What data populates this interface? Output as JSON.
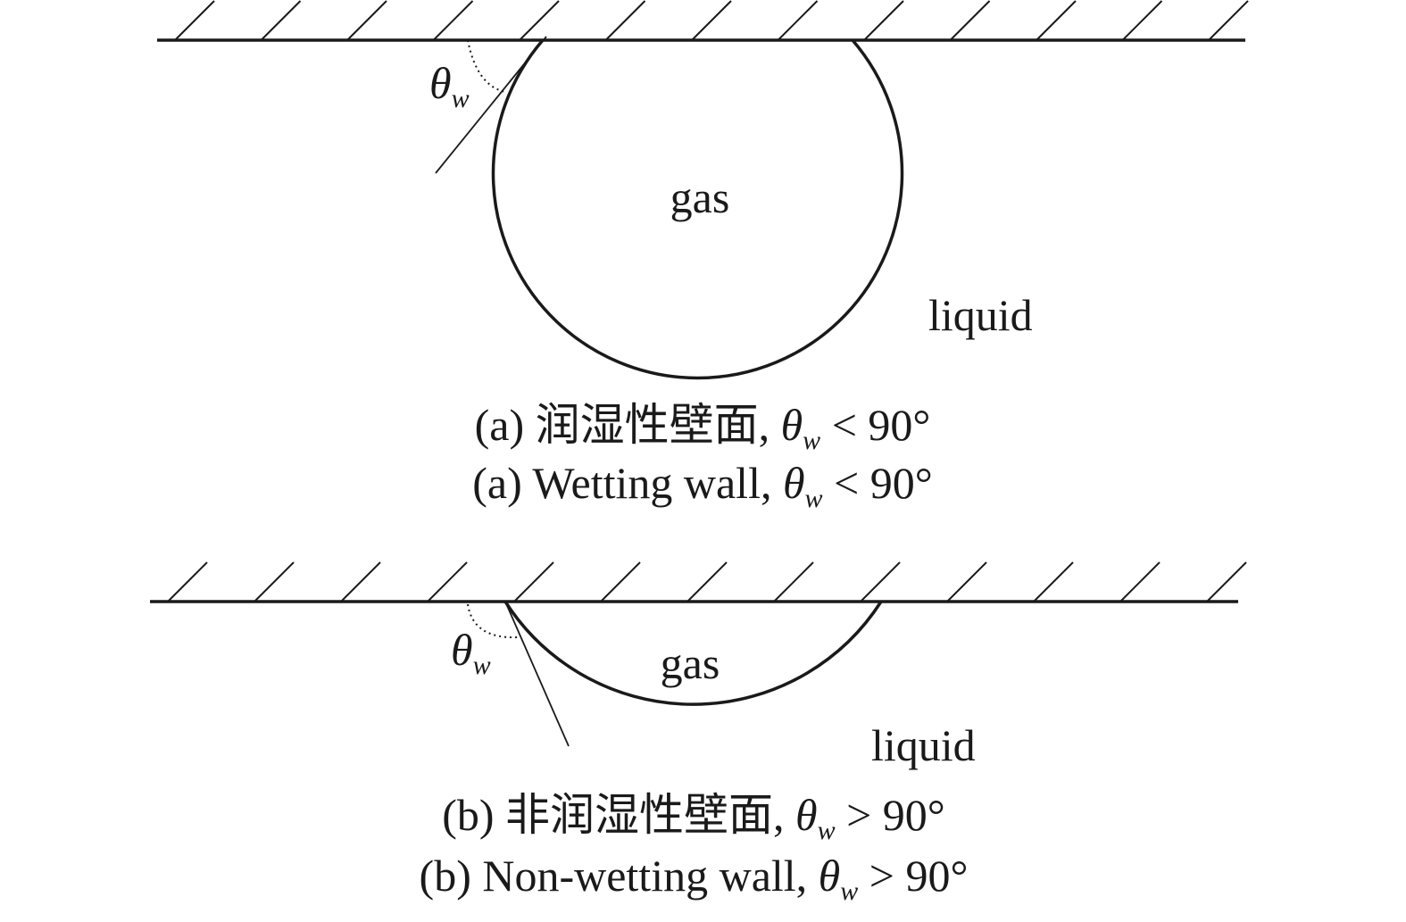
{
  "panel_a": {
    "bubble_label": "gas",
    "medium_label": "liquid",
    "angle_symbol": "θ",
    "angle_subscript": "w",
    "caption_cn": {
      "prefix": "(a) 润湿性壁面, ",
      "symbol": "θ",
      "subscript": "w",
      "suffix": " < 90°"
    },
    "caption_en": {
      "prefix": "(a) Wetting wall, ",
      "symbol": "θ",
      "subscript": "w",
      "suffix": " < 90°"
    }
  },
  "panel_b": {
    "bubble_label": "gas",
    "medium_label": "liquid",
    "angle_symbol": "θ",
    "angle_subscript": "w",
    "caption_cn": {
      "prefix": "(b) 非润湿性壁面, ",
      "symbol": "θ",
      "subscript": "w",
      "suffix": " > 90°"
    },
    "caption_en": {
      "prefix": "(b) Non-wetting wall, ",
      "symbol": "θ",
      "subscript": "w",
      "suffix": " > 90°"
    }
  },
  "colors": {
    "ink": "#1a1a1a",
    "background": "#ffffff"
  }
}
